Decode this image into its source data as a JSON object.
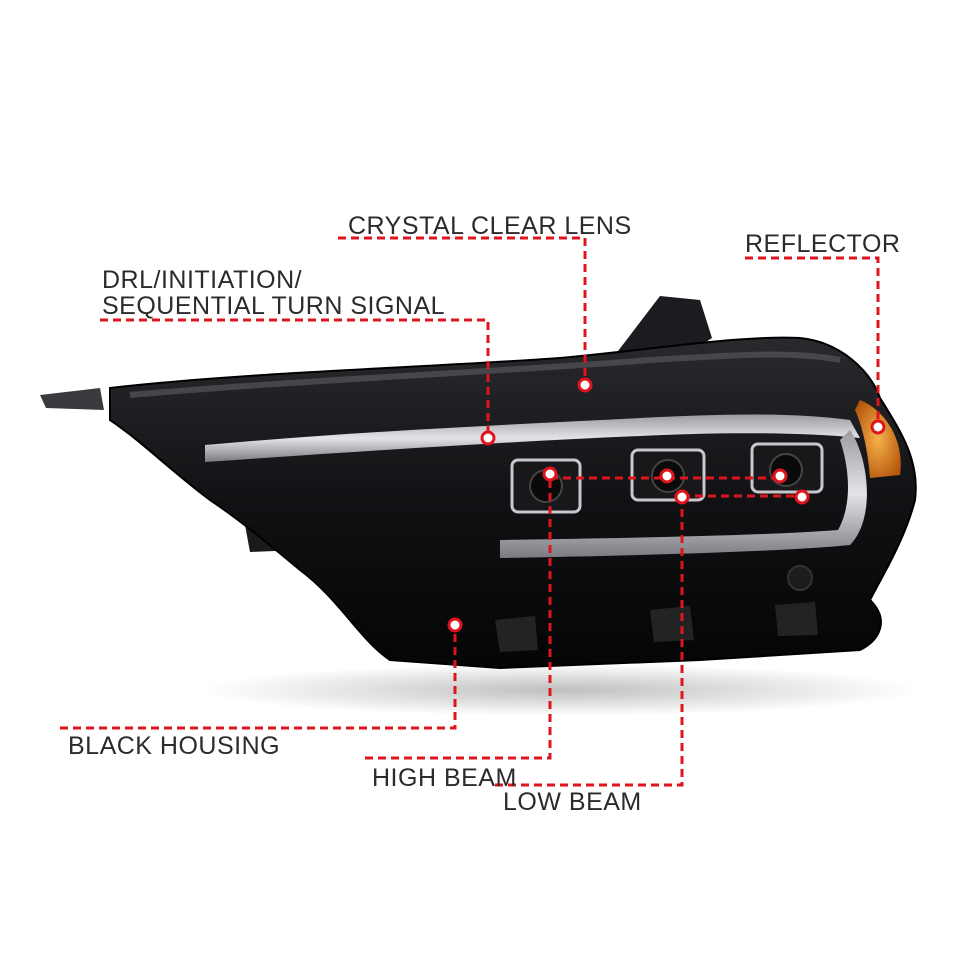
{
  "callouts": {
    "crystal_clear_lens": "CRYSTAL CLEAR LENS",
    "reflector": "REFLECTOR",
    "drl_line1": "DRL/INITIATION/",
    "drl_line2": "SEQUENTIAL TURN SIGNAL",
    "black_housing": "BLACK HOUSING",
    "high_beam": "HIGH BEAM",
    "low_beam": "LOW BEAM"
  },
  "colors": {
    "leader_red": "#e0141c",
    "label_text": "#2b2b2b",
    "housing": "#0e0e10",
    "amber": "#e3871c"
  }
}
